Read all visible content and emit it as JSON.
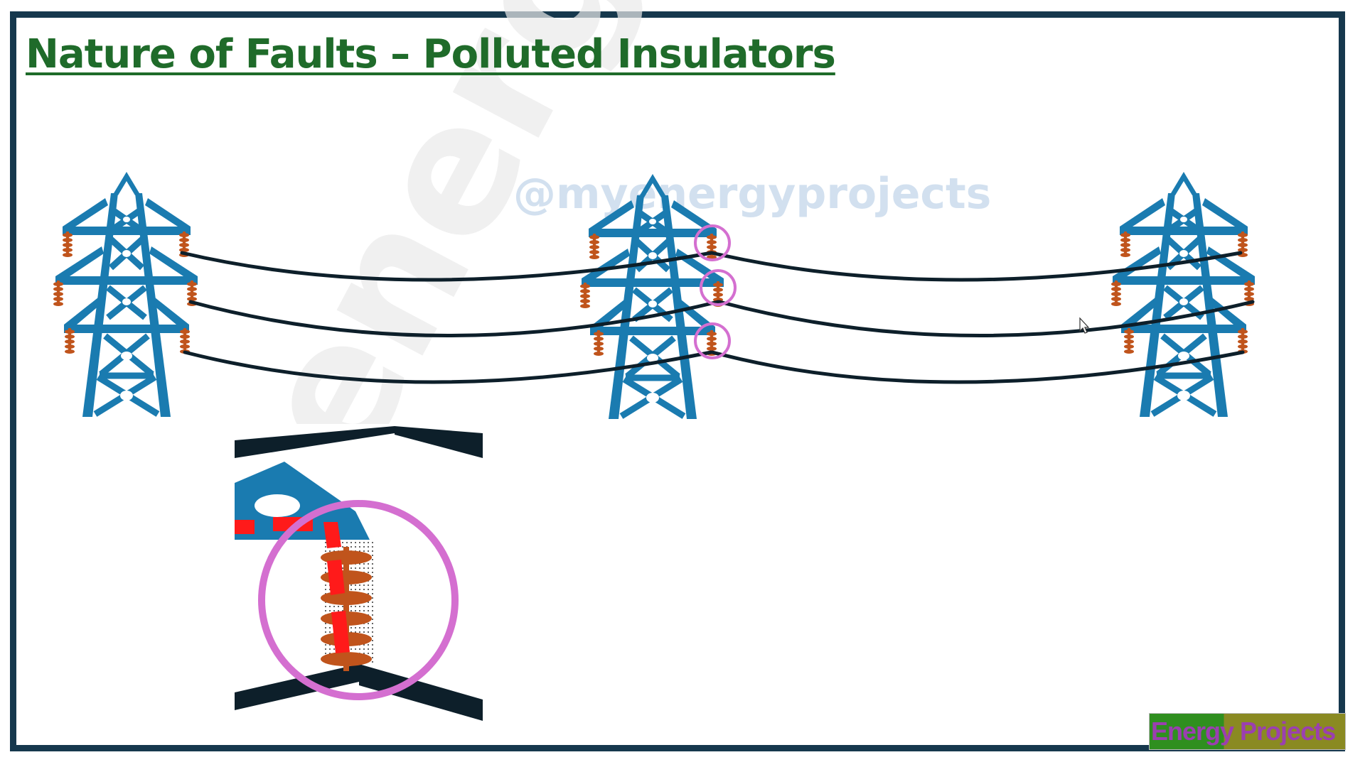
{
  "slide": {
    "title": "Nature of Faults – Polluted Insulators",
    "watermark_handle": "@myenergyprojects",
    "watermark_diagonal": "energyprojects",
    "logo_text": "Energy Projects"
  },
  "colors": {
    "frame": "#16384d",
    "title": "#1f6b2a",
    "tower": "#1a7bb0",
    "insulator": "#c0541c",
    "conductor": "#0d1f2a",
    "highlight_circle": "#d46fd0",
    "fault_path": "#ff1a1a"
  },
  "icons": [
    "transmission-tower-icon",
    "insulator-icon",
    "cursor-icon"
  ]
}
